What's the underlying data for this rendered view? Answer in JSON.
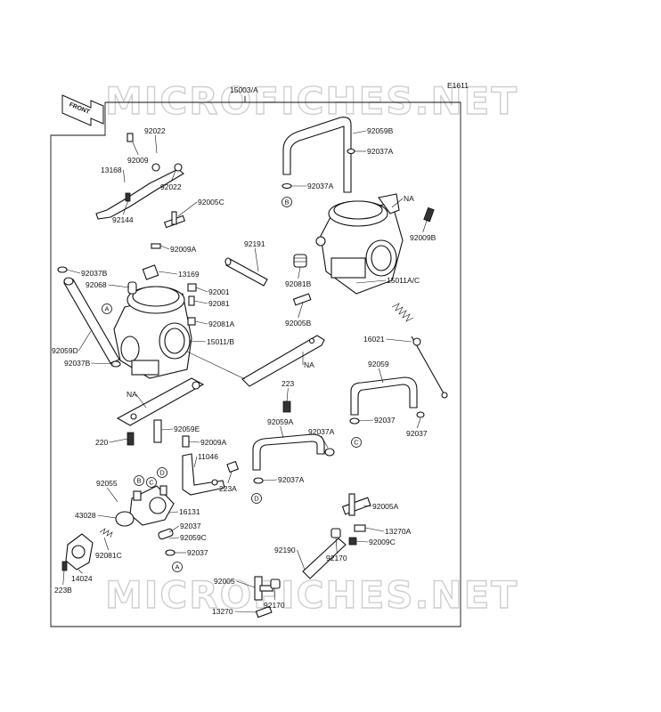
{
  "diagram_code": "E1611",
  "assembly_number": "15003/A",
  "front_arrow_label": "FRONT",
  "watermark": "MICROFICHES.NET",
  "parts": [
    {
      "id": "92022_a",
      "label": "92022"
    },
    {
      "id": "92009",
      "label": "92009"
    },
    {
      "id": "13168",
      "label": "13168"
    },
    {
      "id": "92022_b",
      "label": "92022"
    },
    {
      "id": "92144",
      "label": "92144"
    },
    {
      "id": "92005C",
      "label": "92005C"
    },
    {
      "id": "92009A_top",
      "label": "92009A"
    },
    {
      "id": "92191",
      "label": "92191"
    },
    {
      "id": "92037B_top",
      "label": "92037B"
    },
    {
      "id": "13169",
      "label": "13169"
    },
    {
      "id": "92068",
      "label": "92068"
    },
    {
      "id": "92001",
      "label": "92001"
    },
    {
      "id": "92081",
      "label": "92081"
    },
    {
      "id": "92081A",
      "label": "92081A"
    },
    {
      "id": "15011B",
      "label": "15011/B"
    },
    {
      "id": "92059D",
      "label": "92059D"
    },
    {
      "id": "92037B_bot",
      "label": "92037B"
    },
    {
      "id": "92059B",
      "label": "92059B"
    },
    {
      "id": "92037A_1",
      "label": "92037A"
    },
    {
      "id": "92037A_2",
      "label": "92037A"
    },
    {
      "id": "NA_1",
      "label": "NA"
    },
    {
      "id": "92009B",
      "label": "92009B"
    },
    {
      "id": "92081B",
      "label": "92081B"
    },
    {
      "id": "15011AC",
      "label": "15011A/C"
    },
    {
      "id": "92005B",
      "label": "92005B"
    },
    {
      "id": "16021",
      "label": "16021"
    },
    {
      "id": "NA_2",
      "label": "NA"
    },
    {
      "id": "NA_3",
      "label": "NA"
    },
    {
      "id": "223",
      "label": "223"
    },
    {
      "id": "92059",
      "label": "92059"
    },
    {
      "id": "92037_r1",
      "label": "92037"
    },
    {
      "id": "92037_r2",
      "label": "92037"
    },
    {
      "id": "92059A",
      "label": "92059A"
    },
    {
      "id": "92037A_3",
      "label": "92037A"
    },
    {
      "id": "92037A_4",
      "label": "92037A"
    },
    {
      "id": "92059E",
      "label": "92059E"
    },
    {
      "id": "92009A_mid",
      "label": "92009A"
    },
    {
      "id": "220",
      "label": "220"
    },
    {
      "id": "11046",
      "label": "11046"
    },
    {
      "id": "223A",
      "label": "223A"
    },
    {
      "id": "92055",
      "label": "92055"
    },
    {
      "id": "43028",
      "label": "43028"
    },
    {
      "id": "16131",
      "label": "16131"
    },
    {
      "id": "92037_l1",
      "label": "92037"
    },
    {
      "id": "92059C",
      "label": "92059C"
    },
    {
      "id": "92037_l2",
      "label": "92037"
    },
    {
      "id": "92081C",
      "label": "92081C"
    },
    {
      "id": "14024",
      "label": "14024"
    },
    {
      "id": "223B",
      "label": "223B"
    },
    {
      "id": "92005A",
      "label": "92005A"
    },
    {
      "id": "13270A",
      "label": "13270A"
    },
    {
      "id": "92009C",
      "label": "92009C"
    },
    {
      "id": "92190",
      "label": "92190"
    },
    {
      "id": "92170_a",
      "label": "92170"
    },
    {
      "id": "92005",
      "label": "92005"
    },
    {
      "id": "92170_b",
      "label": "92170"
    },
    {
      "id": "13270",
      "label": "13270"
    }
  ],
  "markers": [
    {
      "id": "A_1",
      "label": "A"
    },
    {
      "id": "B_1",
      "label": "B"
    },
    {
      "id": "C_1",
      "label": "C"
    },
    {
      "id": "D_1",
      "label": "D"
    },
    {
      "id": "B_2",
      "label": "B"
    },
    {
      "id": "C_2",
      "label": "C"
    },
    {
      "id": "D_2",
      "label": "D"
    },
    {
      "id": "A_2",
      "label": "A"
    }
  ]
}
